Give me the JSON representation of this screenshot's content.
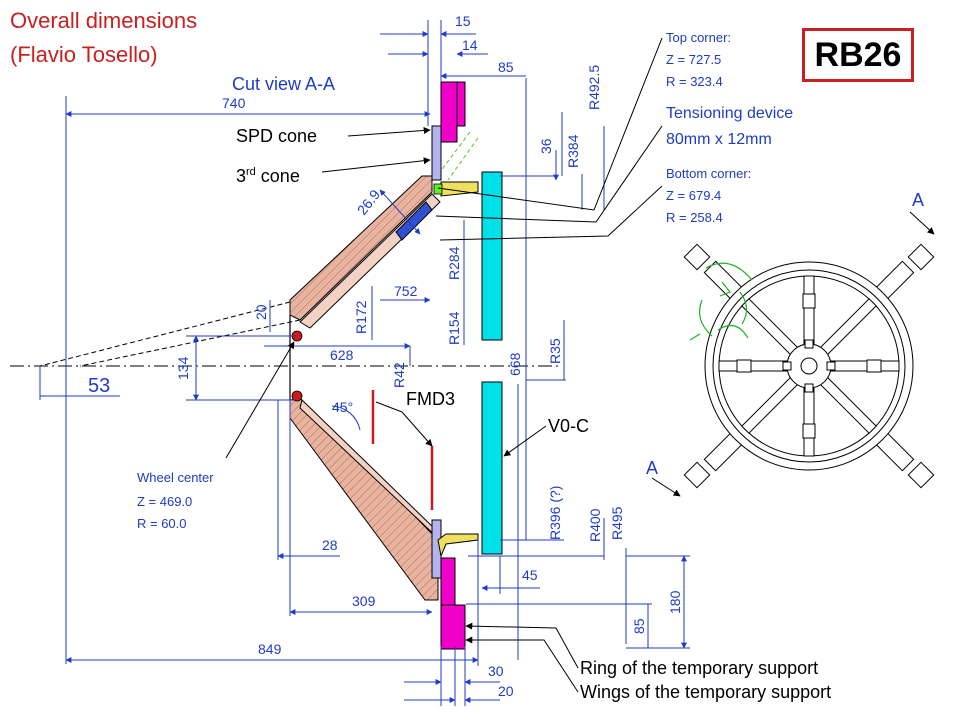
{
  "title": {
    "line1": "Overall dimensions",
    "line2": "(Flavio Tosello)"
  },
  "badge": "RB26",
  "view_label": "Cut view A-A",
  "section_marks": [
    "A",
    "A"
  ],
  "labels": {
    "spd_cone": "SPD cone",
    "third_cone_base": "3",
    "third_cone_sup": "rd",
    "third_cone_rest": " cone",
    "fmd3": "FMD3",
    "v0c": "V0-C",
    "ring_support": "Ring of the temporary support",
    "wings_support": "Wings of the temporary support"
  },
  "notes": {
    "top_corner": [
      "Top corner:",
      "Z = 727.5",
      "R = 323.4"
    ],
    "tensioning": [
      "Tensioning device",
      "80mm x 12mm"
    ],
    "bottom_corner": [
      "Bottom corner:",
      "Z = 679.4",
      "R = 258.4"
    ],
    "wheel_center": [
      "Wheel center",
      "Z = 469.0",
      "R =   60.0"
    ]
  },
  "dimensions": {
    "d15": "15",
    "d14": "14",
    "d85_top": "85",
    "d740": "740",
    "r492_5": "R492.5",
    "d36": "36",
    "r384": "R384",
    "d26_9": "26.9",
    "r284": "R284",
    "d752": "752",
    "r172": "R172",
    "r154": "R154",
    "d20_left": "20",
    "d628": "628",
    "r42": "R42",
    "d668": "668",
    "r35": "R35",
    "d134": "134",
    "d53": "53",
    "angle45": "45°",
    "r396": "R396 (?)",
    "r400": "R400",
    "r495": "R495",
    "d28": "28",
    "d45": "45",
    "d309": "309",
    "d85_bottom": "85",
    "d180": "180",
    "d849": "849",
    "d30": "30",
    "d20_bottom": "20"
  },
  "colors": {
    "dimension_blue": "#1f3cc8",
    "title_red": "#c82020",
    "cone_fill": "#e8b4a0",
    "v0_cyan": "#00e0e8",
    "support_magenta": "#f000c8",
    "spd_lilac": "#b4b4f0",
    "tension_green": "#60f020",
    "fmd_red": "#d01818"
  }
}
